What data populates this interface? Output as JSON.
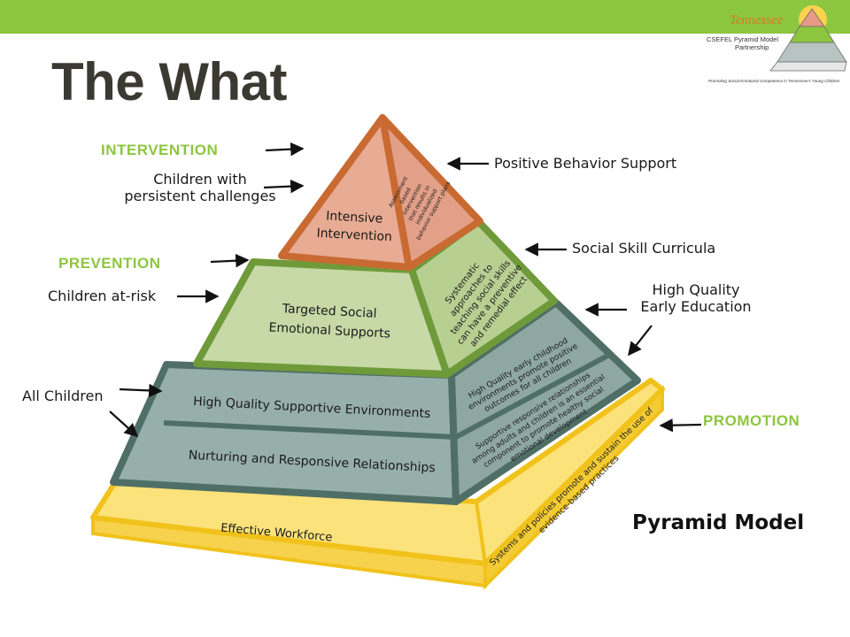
{
  "slide": {
    "title": "The What",
    "caption": "Pyramid Model"
  },
  "logo": {
    "state": "Tennessee",
    "line1": "CSEFEL Pyramid Model",
    "line2": "Partnership",
    "tagline": "Promoting Social-Emotional Competence in Tennessee's Young Children"
  },
  "left_labels": {
    "intervention": "INTERVENTION",
    "persistent_1": "Children with",
    "persistent_2": "persistent challenges",
    "prevention": "PREVENTION",
    "at_risk": "Children at-risk",
    "all_children": "All Children"
  },
  "right_labels": {
    "pbs": "Positive Behavior Support",
    "ssc": "Social Skill Curricula",
    "hq1": "High Quality",
    "hq2": "Early Education",
    "promotion": "PROMOTION"
  },
  "pyramid": {
    "top_front_1": "Intensive",
    "top_front_2": "Intervention",
    "top_side": [
      "Assessment",
      "based",
      "intervention",
      "that results in",
      "individualized",
      "behavior support plans"
    ],
    "mid_front_1": "Targeted Social",
    "mid_front_2": "Emotional Supports",
    "mid_side": [
      "Systematic",
      "approaches to",
      "teaching social skills",
      "can have a preventive",
      "and remedial effect"
    ],
    "low1_front": "High Quality Supportive Environments",
    "low1_side": [
      "High Quality early childhood",
      "environments promote positive",
      "outcomes for all children"
    ],
    "low2_front": "Nurturing and Responsive Relationships",
    "low2_side": [
      "Supportive responsive relationships",
      "among adults and children is an essential",
      "component to promote healthy social",
      "emotional development"
    ],
    "base_front": "Effective Workforce",
    "base_side": [
      "Systems and policies promote and sustain the use of",
      "evidence-based practices"
    ]
  },
  "colors": {
    "top_bar": "#8dc63f",
    "tier_label": "#8dc63f",
    "tier_top_fill": "#e8ab93",
    "tier_top_border": "#c96a32",
    "tier_mid_fill": "#c6d9a6",
    "tier_mid_border": "#6f9a3a",
    "tier_low_fill": "#97afaa",
    "tier_low_border": "#4f6f66",
    "base_fill": "#fbe27a",
    "base_border": "#f1c21b"
  }
}
